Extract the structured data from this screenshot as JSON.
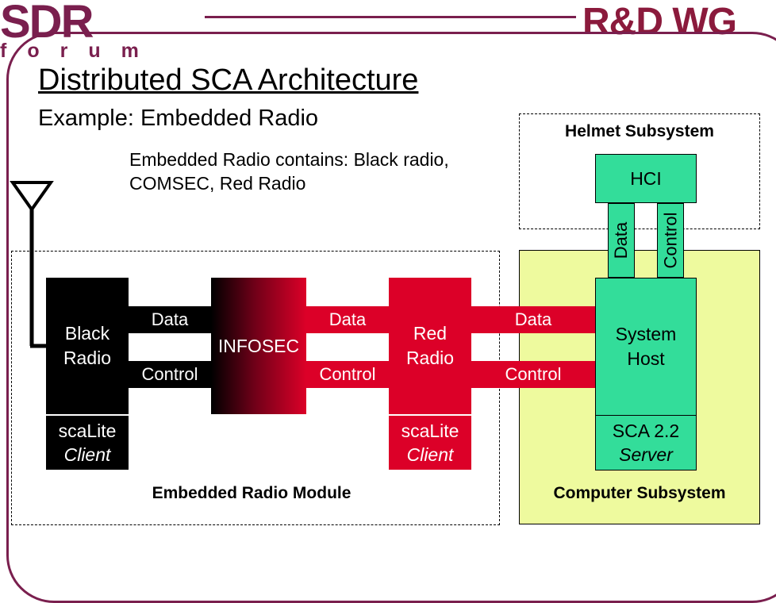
{
  "header": {
    "logo_text": "SDR",
    "logo_forum": "forum",
    "wg_label": "R&D WG"
  },
  "slide": {
    "title": "Distributed SCA Architecture",
    "subtitle": "Example: Embedded Radio",
    "contains_line1": "Embedded Radio contains: Black radio,",
    "contains_line2": "COMSEC, Red Radio"
  },
  "groups": {
    "embedded_module": "Embedded Radio Module",
    "helmet": "Helmet Subsystem",
    "computer": "Computer Subsystem"
  },
  "nodes": {
    "black_radio": [
      "Black",
      "Radio"
    ],
    "infosec": "INFOSEC",
    "red_radio": [
      "Red",
      "Radio"
    ],
    "system_host": [
      "System",
      "Host"
    ],
    "hci": "HCI"
  },
  "links": {
    "data": "Data",
    "control": "Control"
  },
  "tags": {
    "black_sca": [
      "scaLite",
      "Client"
    ],
    "red_sca": [
      "scaLite",
      "Client"
    ],
    "host_sca": [
      "SCA 2.2",
      "Server"
    ]
  },
  "colors": {
    "brand": "#7a1f4e",
    "black": "#000000",
    "red": "#dc0028",
    "green": "#33dd9a",
    "computer_bg": "#eefa9e"
  }
}
